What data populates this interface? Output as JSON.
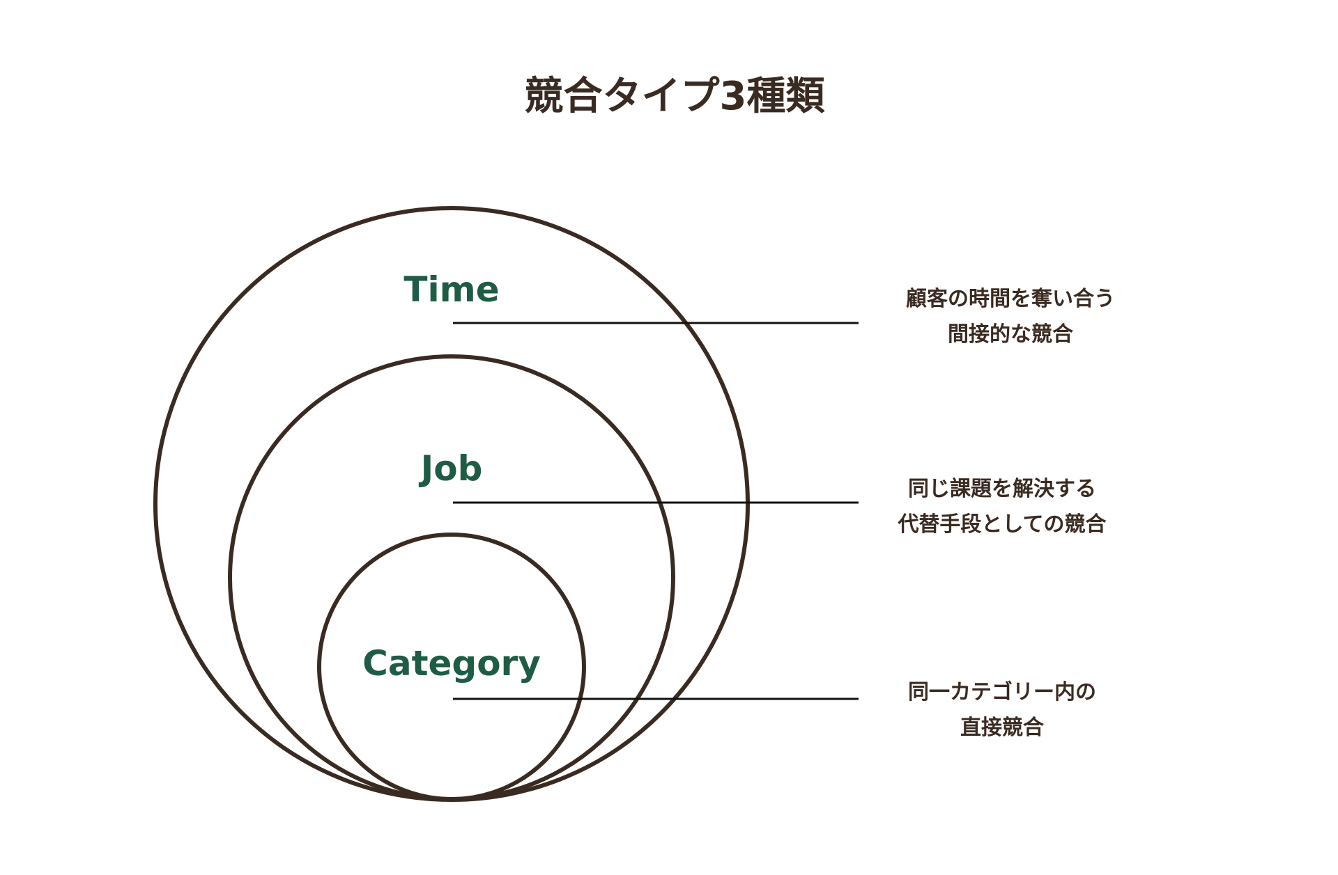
{
  "title": "競合タイプ3種類",
  "colors": {
    "ink": "#3a2b22",
    "accent": "#1f5c45",
    "line": "#111111",
    "background": "#ffffff"
  },
  "layers": [
    {
      "label": "Time",
      "description_lines": [
        "顧客の時間を奪い合う",
        "間接的な競合"
      ]
    },
    {
      "label": "Job",
      "description_lines": [
        "同じ課題を解決する",
        "代替手段としての競合"
      ]
    },
    {
      "label": "Category",
      "description_lines": [
        "同一カテゴリー内の",
        "直接競合"
      ]
    }
  ]
}
